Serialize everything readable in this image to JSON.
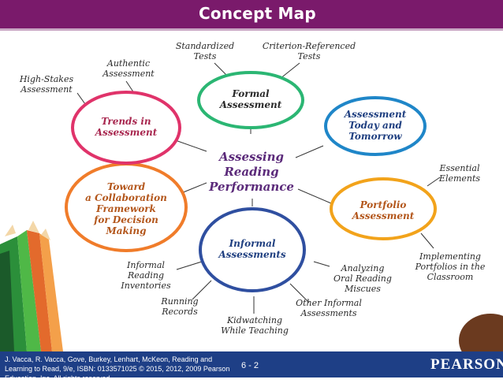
{
  "header": {
    "title": "Concept Map"
  },
  "center": {
    "lines": [
      "Assessing",
      "Reading",
      "Performance"
    ]
  },
  "nodes": {
    "formal": {
      "lines": [
        "Formal",
        "Assessment"
      ],
      "color": "#2bb673"
    },
    "today": {
      "lines": [
        "Assessment",
        "Today and",
        "Tomorrow"
      ],
      "color": "#1f86c8"
    },
    "portfolio": {
      "lines": [
        "Portfolio",
        "Assessment"
      ],
      "color": "#f2a31b"
    },
    "informal": {
      "lines": [
        "Informal",
        "Assessments"
      ],
      "color": "#2f4fa0"
    },
    "collab": {
      "lines": [
        "Toward",
        "a Collaboration",
        "Framework",
        "for Decision",
        "Making"
      ],
      "color": "#f07c2a"
    },
    "trends": {
      "lines": [
        "Trends in",
        "Assessment"
      ],
      "color": "#e0336a"
    }
  },
  "labels": {
    "standardized": {
      "lines": [
        "Standardized",
        "Tests"
      ]
    },
    "criterion": {
      "lines": [
        "Criterion-Referenced",
        "Tests"
      ]
    },
    "authentic": {
      "lines": [
        "Authentic",
        "Assessment"
      ]
    },
    "high_stakes": {
      "lines": [
        "High-Stakes",
        "Assessment"
      ]
    },
    "essential": {
      "lines": [
        "Essential",
        "Elements"
      ]
    },
    "implementing": {
      "lines": [
        "Implementing",
        "Portfolios in the",
        "Classroom"
      ]
    },
    "analyzing": {
      "lines": [
        "Analyzing",
        "Oral Reading",
        "Miscues"
      ]
    },
    "other_informal": {
      "lines": [
        "Other Informal",
        "Assessments"
      ]
    },
    "kidwatching": {
      "lines": [
        "Kidwatching",
        "While Teaching"
      ]
    },
    "running": {
      "lines": [
        "Running",
        "Records"
      ]
    },
    "informal_inv": {
      "lines": [
        "Informal",
        "Reading",
        "Inventories"
      ]
    }
  },
  "footer": {
    "citation": "J. Vacca, R. Vacca, Gove, Burkey, Lenhart, McKeon, Reading and Learning to Read, 9/e, ISBN: 0133571025 © 2015, 2012, 2009 Pearson Education, Inc. All rights reserved.",
    "page": "6 - 2",
    "logo": "PEARSON"
  }
}
